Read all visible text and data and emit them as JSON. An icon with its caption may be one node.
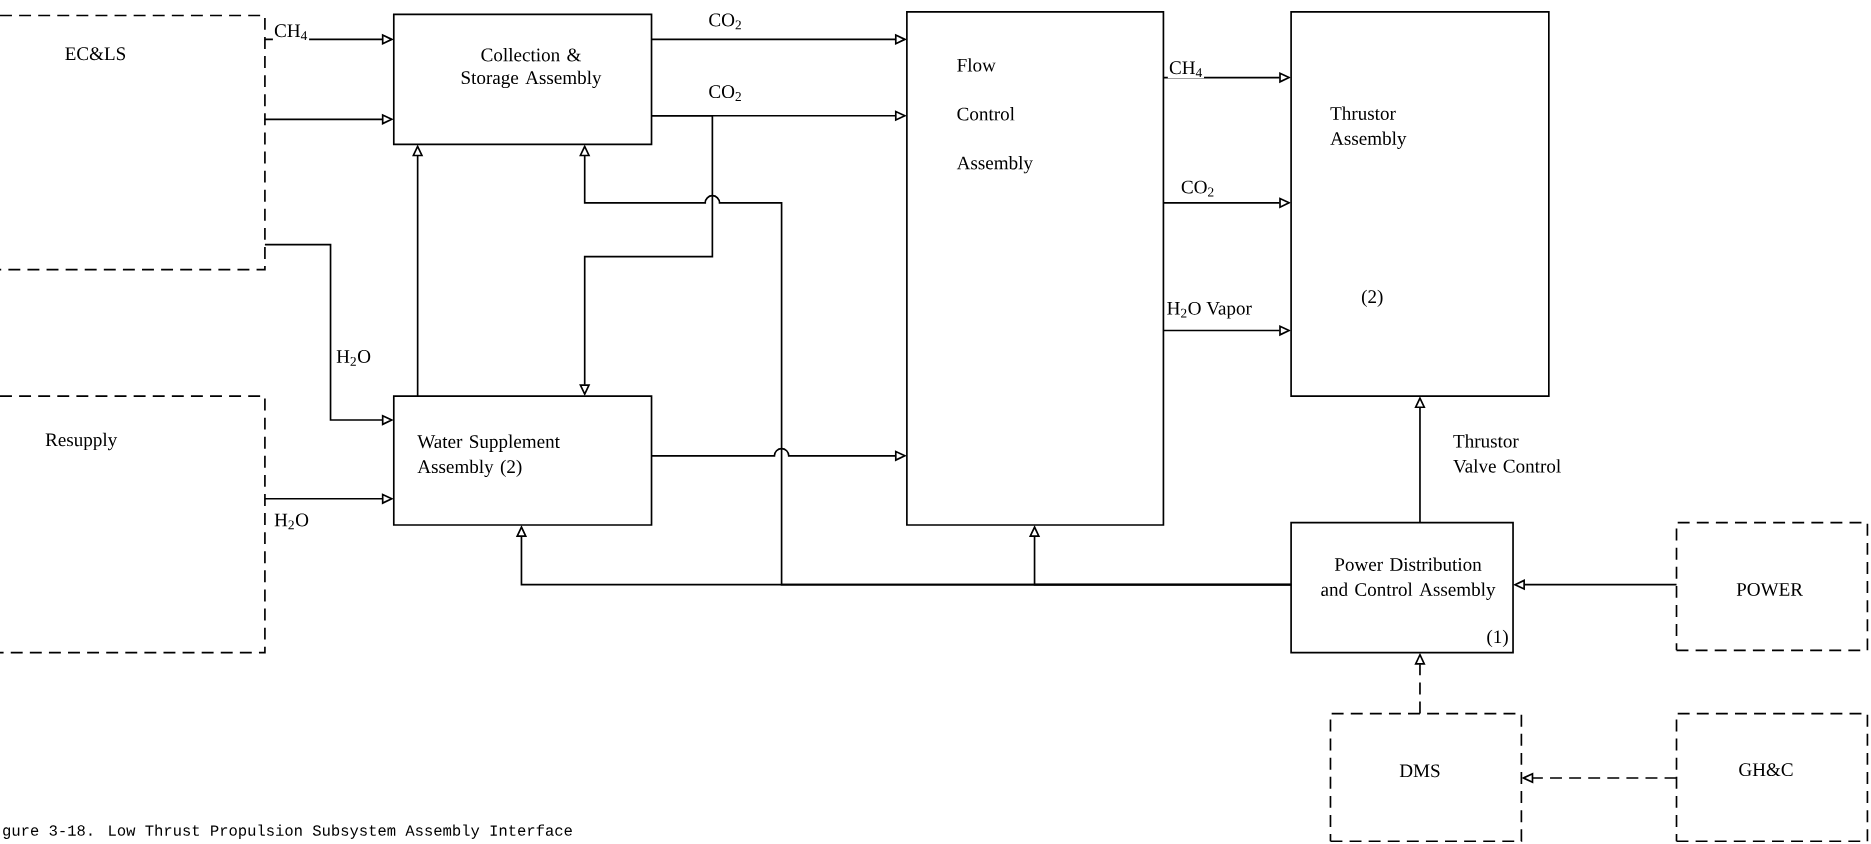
{
  "diagram": {
    "caption": "gure 3-18. Low Thrust Propulsion Subsystem Assembly Interface",
    "nodes": [
      {
        "text": [
          "EC&LS"
        ]
      },
      {
        "text": [
          "Resupply"
        ]
      },
      {
        "text": [
          "Collection & Storage Assembly"
        ]
      },
      {
        "text": [
          "Water Supplement Assembly (2)"
        ]
      },
      {
        "text": [
          "Flow Control Assembly"
        ]
      },
      {
        "text": [
          "Thrustor Assembly",
          "(2)"
        ]
      },
      {
        "text": [
          "Power Distribution and Control Assembly",
          "(1)"
        ]
      },
      {
        "text": [
          "POWER"
        ]
      },
      {
        "text": [
          "DMS"
        ]
      },
      {
        "text": [
          "GH&C"
        ]
      }
    ],
    "edges": [
      {
        "from": 0,
        "to": 2,
        "arrow": "to",
        "label": "CH$_{4}$"
      },
      {
        "from": 0,
        "to": 2,
        "arrow": "to"
      },
      {
        "from": 0,
        "to": 3,
        "arrow": "to",
        "label": "H$_{2}$O"
      },
      {
        "from": 1,
        "to": 3,
        "arrow": "to",
        "label": "H$_{2}$O"
      },
      {
        "from": 2,
        "to": 4,
        "arrow": "to",
        "label": "CO$_{2}$"
      },
      {
        "from": 2,
        "to": 4,
        "arrow": "to",
        "label": "CO$_{2}$"
      },
      {
        "from": 2,
        "to": 3,
        "arrow": "to"
      },
      {
        "from": 3,
        "to": 2,
        "arrow": "to"
      },
      {
        "from": 3,
        "to": 4,
        "arrow": "to"
      },
      {
        "from": 4,
        "to": 5,
        "arrow": "to",
        "label": "CH$_{4}$"
      },
      {
        "from": 4,
        "to": 5,
        "arrow": "to",
        "label": "CO$_{2}$"
      },
      {
        "from": 4,
        "to": 5,
        "arrow": "to",
        "label": "H$_{2}$O Vapor"
      },
      {
        "from": 6,
        "to": 5,
        "arrow": "to",
        "label": "Thrustor Valve Control"
      },
      {
        "from": 6,
        "to": 3,
        "arrow": "to"
      },
      {
        "from": 6,
        "to": 4,
        "arrow": "to"
      },
      {
        "from": 6,
        "to": 2,
        "arrow": "to"
      },
      {
        "from": 7,
        "to": 6,
        "arrow": "to"
      },
      {
        "from": 8,
        "to": 6,
        "arrow": "to",
        "style": "dashed"
      },
      {
        "from": 9,
        "to": 8,
        "arrow": "to",
        "style": "dashed"
      }
    ]
  }
}
